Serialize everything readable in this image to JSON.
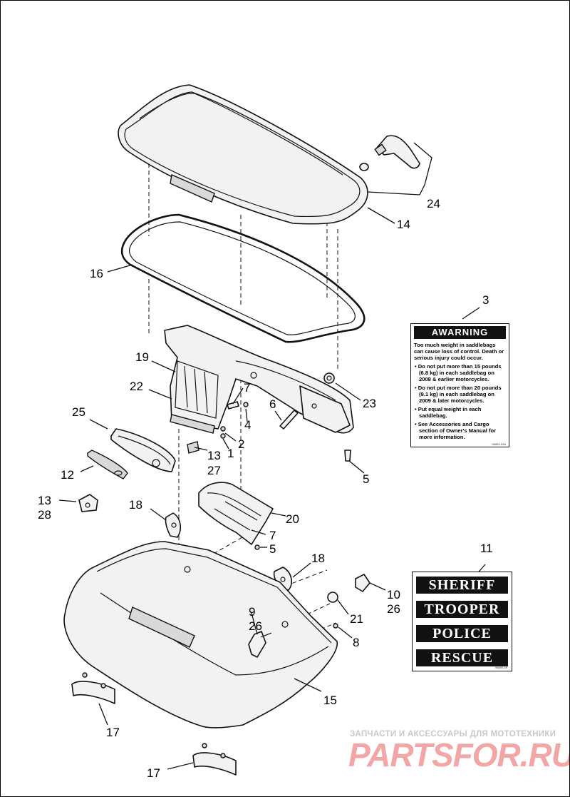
{
  "callouts": [
    {
      "id": "c24",
      "text": "24"
    },
    {
      "id": "c14",
      "text": "14"
    },
    {
      "id": "c16",
      "text": "16"
    },
    {
      "id": "c3",
      "text": "3"
    },
    {
      "id": "c19",
      "text": "19"
    },
    {
      "id": "c22",
      "text": "22"
    },
    {
      "id": "c7a",
      "text": "7"
    },
    {
      "id": "c23",
      "text": "23"
    },
    {
      "id": "c6",
      "text": "6"
    },
    {
      "id": "c4",
      "text": "4"
    },
    {
      "id": "c25",
      "text": "25"
    },
    {
      "id": "c2",
      "text": "2"
    },
    {
      "id": "c1",
      "text": "1"
    },
    {
      "id": "c13a",
      "text": "13"
    },
    {
      "id": "c27",
      "text": "27"
    },
    {
      "id": "c12",
      "text": "12"
    },
    {
      "id": "c5a",
      "text": "5"
    },
    {
      "id": "c13b",
      "text": "13"
    },
    {
      "id": "c28",
      "text": "28"
    },
    {
      "id": "c18a",
      "text": "18"
    },
    {
      "id": "c20",
      "text": "20"
    },
    {
      "id": "c7b",
      "text": "7"
    },
    {
      "id": "c5b",
      "text": "5"
    },
    {
      "id": "c11",
      "text": "11"
    },
    {
      "id": "c18b",
      "text": "18"
    },
    {
      "id": "c10",
      "text": "10"
    },
    {
      "id": "c26a",
      "text": "26"
    },
    {
      "id": "c9",
      "text": "9"
    },
    {
      "id": "c26b",
      "text": "26"
    },
    {
      "id": "c21",
      "text": "21"
    },
    {
      "id": "c8",
      "text": "8"
    },
    {
      "id": "c15",
      "text": "15"
    },
    {
      "id": "c17a",
      "text": "17"
    },
    {
      "id": "c17b",
      "text": "17"
    }
  ],
  "warning_label": {
    "heading": "AWARNING",
    "intro": "Too much weight in saddlebags can cause loss of control. Death or serious injury could occur.",
    "items": [
      "• Do not put more than 15 pounds (6.8 kg) in each saddlebag on 2008 & earlier motorcycles.",
      "• Do not put more than 20 pounds (9.1 kg) in each saddlebag on 2009 & later motorcycles.",
      "• Put equal weight in each saddlebag.",
      "• See Accessories and Cargo section of Owner's Manual for more information."
    ],
    "code": "96893-09A"
  },
  "decals": [
    "SHERIFF",
    "TROOPER",
    "POLICE",
    "RESCUE"
  ],
  "decals_code": "96894-09",
  "watermark": {
    "tagline": "ЗАПЧАСТИ И АКСЕССУАРЫ ДЛЯ МОТОТЕХНИКИ",
    "brand": "PARTSFOR.RU"
  }
}
